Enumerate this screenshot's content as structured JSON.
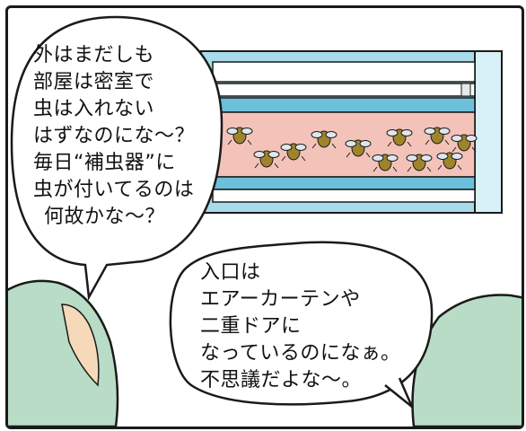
{
  "speech_left": {
    "lines": [
      "外はまだしも",
      "部屋は密室で",
      "虫は入れない",
      "はずなのにな～？",
      "毎日“補虫器”に",
      "虫が付いてるのは",
      "何故かな～？"
    ]
  },
  "speech_right": {
    "lines": [
      "入口は",
      "エアーカーテンや",
      "二重ドアに",
      "なっているのになぁ。",
      "不思議だよな～。"
    ]
  },
  "colors": {
    "outline": "#1a1a1a",
    "trap_frame": "#9fd6e8",
    "trap_frame_dark": "#5fb3cf",
    "glue_board": "#f3c2b8",
    "character": "#b9dcc7",
    "skin": "#f6d9b8"
  }
}
